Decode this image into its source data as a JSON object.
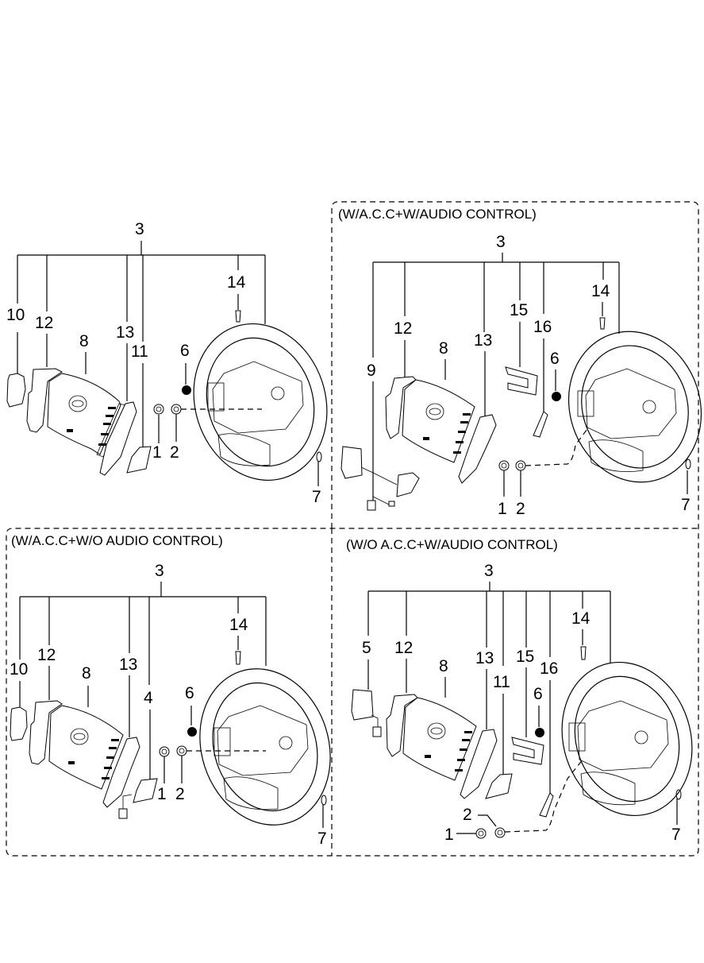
{
  "diagram": {
    "title": "Steering Wheel Assembly",
    "panels": [
      {
        "id": "base",
        "caption": "",
        "assembly_number": "3",
        "callouts": [
          "10",
          "12",
          "8",
          "13",
          "11",
          "1",
          "2",
          "6",
          "14",
          "7"
        ]
      },
      {
        "id": "wacc-waudio",
        "caption": "(W/A.C.C+W/AUDIO CONTROL)",
        "assembly_number": "3",
        "callouts": [
          "9",
          "12",
          "8",
          "13",
          "15",
          "16",
          "14",
          "6",
          "1",
          "2",
          "7"
        ]
      },
      {
        "id": "wacc-woaudio",
        "caption": "(W/A.C.C+W/O AUDIO CONTROL)",
        "assembly_number": "3",
        "callouts": [
          "10",
          "12",
          "8",
          "13",
          "4",
          "1",
          "2",
          "6",
          "14",
          "7"
        ]
      },
      {
        "id": "woacc-waudio",
        "caption": "(W/O A.C.C+W/AUDIO CONTROL)",
        "assembly_number": "3",
        "callouts": [
          "5",
          "12",
          "8",
          "13",
          "11",
          "15",
          "16",
          "14",
          "6",
          "2",
          "1",
          "7"
        ]
      }
    ]
  }
}
